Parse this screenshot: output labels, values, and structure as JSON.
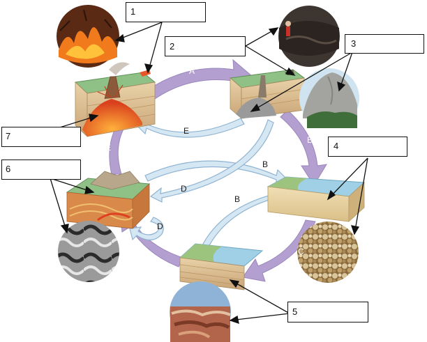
{
  "labels": {
    "box1": "1",
    "box2": "2",
    "box3": "3",
    "box4": "4",
    "box5": "5",
    "box6": "6",
    "box7": "7"
  },
  "arrows": {
    "a": "A",
    "b1": "B",
    "b2": "B",
    "c": "C",
    "d1": "D",
    "d2": "D",
    "d3": "D",
    "e1": "E",
    "e2": "E"
  },
  "colors": {
    "cycle_arrow": "#b39fd0",
    "inner_arrow": "#d6e7f4",
    "inner_arrow_stroke": "#8fb3d1",
    "magma": "#e8572a",
    "water": "#9fd0e6",
    "grass": "#7fb07a"
  }
}
